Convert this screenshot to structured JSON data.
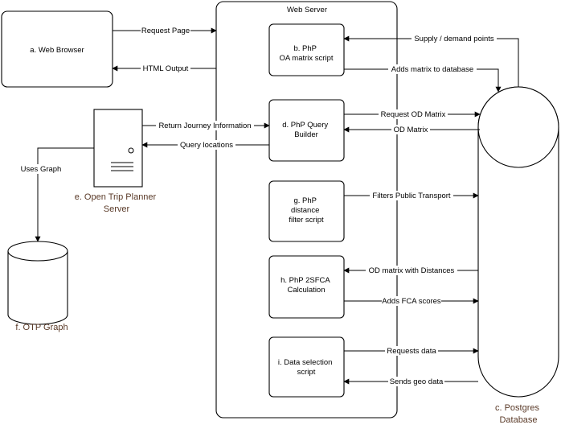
{
  "nodes": {
    "web_browser": "a. Web Browser",
    "web_server": "Web Server",
    "oa_script": [
      "b. PhP",
      "OA matrix script"
    ],
    "query_builder": [
      "d. PhP Query",
      "Builder"
    ],
    "distance_filter": [
      "g. PhP",
      "distance",
      "filter script"
    ],
    "sfca": [
      "h. PhP 2SFCA",
      "Calculation"
    ],
    "data_selection": [
      "i. Data selection",
      "script"
    ],
    "otp_server": [
      "e. Open Trip Planner",
      "Server"
    ],
    "otp_graph": "f. OTP Graph",
    "postgres": [
      "c. Postgres",
      "Database"
    ]
  },
  "edges": {
    "request_page": "Request Page",
    "html_output": "HTML Output",
    "supply_demand": "Supply / demand points",
    "adds_matrix": "Adds matrix to database",
    "return_journey": "Return Journey Information",
    "query_locations": "Query locations",
    "request_od": "Request OD Matrix",
    "od_matrix": "OD Matrix",
    "uses_graph": "Uses Graph",
    "filters_public": "Filters Public Transport",
    "od_distances": "OD matrix with Distances",
    "adds_fca": "Adds FCA scores",
    "requests_data": "Requests data",
    "sends_geo": "Sends geo data"
  }
}
